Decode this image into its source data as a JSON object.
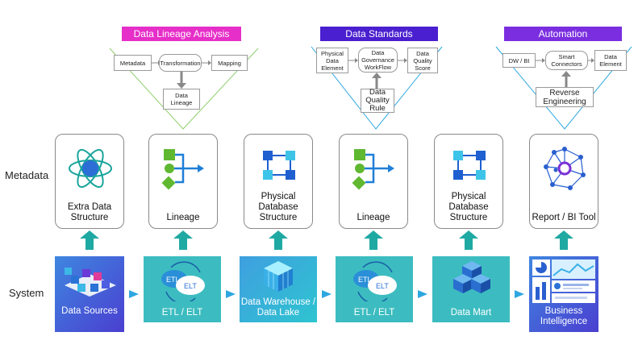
{
  "rows": {
    "metadata": "Metadata",
    "system": "System"
  },
  "banners": [
    {
      "label": "Data Lineage Analysis",
      "color": "#e62ec8"
    },
    {
      "label": "Data Standards",
      "color": "#4a1fcf"
    },
    {
      "label": "Automation",
      "color": "#7a2ee0"
    }
  ],
  "lineage_flow": {
    "metadata": "Metadata",
    "transformation": "Transformation",
    "mapping": "Mapping",
    "data_lineage": "Data Lineage"
  },
  "standards_flow": {
    "physical": "Physical Data Element",
    "governance": "Data Governance WorkFlow",
    "score": "Data Quality Score",
    "rule": "Data Quality Rule"
  },
  "automation_flow": {
    "dwbi": "DW / BI",
    "connectors": "Smart Connectors",
    "element": "Data Element",
    "reverse": "Reverse Engineering"
  },
  "cards": [
    {
      "label": "Extra Data Structure",
      "icon": "atom-icon"
    },
    {
      "label": "Lineage",
      "icon": "lineage-icon"
    },
    {
      "label": "Physical Database Structure",
      "icon": "database-structure-icon"
    },
    {
      "label": "Lineage",
      "icon": "lineage-icon"
    },
    {
      "label": "Physical Database Structure",
      "icon": "database-structure-icon"
    },
    {
      "label": "Report / BI Tool",
      "icon": "network-icon"
    }
  ],
  "tiles": [
    {
      "label": "Data Sources",
      "icon": "data-sources-icon"
    },
    {
      "label": "ETL / ELT",
      "icon": "etl-cloud-icon",
      "cloud_a": "ETL",
      "cloud_b": "ELT"
    },
    {
      "label": "Data Warehouse / Data Lake",
      "icon": "cube-icon"
    },
    {
      "label": "ETL / ELT",
      "icon": "etl-cloud-icon",
      "cloud_a": "ETL",
      "cloud_b": "ELT"
    },
    {
      "label": "Data Mart",
      "icon": "cubes-icon"
    },
    {
      "label": "Business Intelligence",
      "icon": "dashboard-icon"
    }
  ],
  "colors": {
    "teal_arrow": "#1fa9a3",
    "green_funnel": "#8fcf6e",
    "blue_funnel": "#2ea7e0",
    "tile_blue": "#3a78d8",
    "tile_teal": "#3cbcc0",
    "tile_purple": "#5a2fd0"
  }
}
